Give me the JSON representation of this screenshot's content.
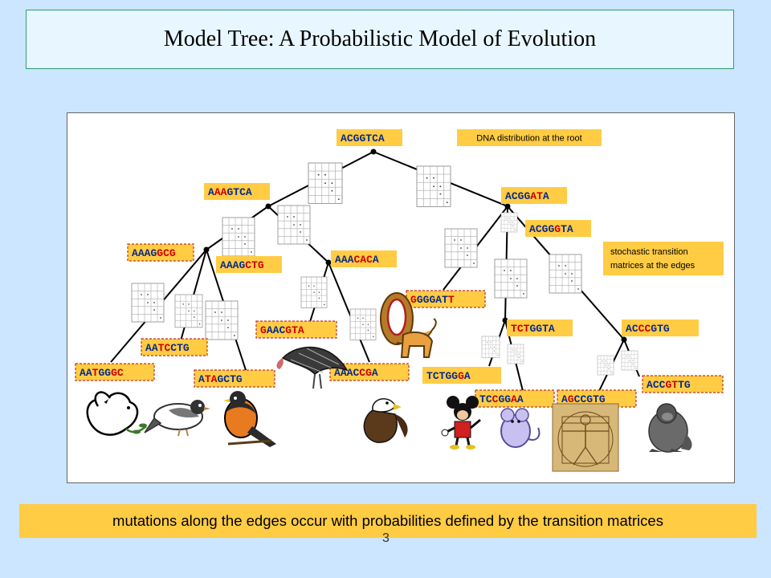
{
  "title": "Model Tree: A Probabilistic Model of Evolution",
  "caption": "mutations along the edges occur with probabilities defined by the transition matrices",
  "page_number": "3",
  "colors": {
    "background": "#cce6ff",
    "title_border": "#2e9e6e",
    "label_fill": "#ffcc44",
    "mutation": "#cc0000",
    "sequence": "#0a2a8a"
  },
  "notes": {
    "root": "DNA distribution at the root",
    "matrices": [
      "stochastic transition",
      "matrices at the edges"
    ]
  },
  "nodes": [
    {
      "id": "root",
      "seq": "ACGGTCA",
      "mut": []
    },
    {
      "id": "n1",
      "seq": "AAAGTCA",
      "mut": [
        1,
        2
      ]
    },
    {
      "id": "n2",
      "seq": "ACGGATA",
      "mut": [
        4,
        5
      ]
    },
    {
      "id": "n3",
      "seq": "AAAGGCG",
      "mut": [
        4,
        5,
        6
      ]
    },
    {
      "id": "n4",
      "seq": "AAAGCTG",
      "mut": [
        4,
        5,
        6
      ]
    },
    {
      "id": "n5",
      "seq": "AAACACA",
      "mut": [
        3,
        4,
        5
      ]
    },
    {
      "id": "n6",
      "seq": "ACGGGTA",
      "mut": [
        4
      ]
    },
    {
      "id": "leaf1",
      "seq": "AATGGGC",
      "mut": [
        2,
        5,
        6
      ]
    },
    {
      "id": "leaf2",
      "seq": "AATCCTG",
      "mut": [
        2,
        3
      ]
    },
    {
      "id": "leaf3",
      "seq": "ATAGCTG",
      "mut": [
        1,
        2
      ]
    },
    {
      "id": "leaf4",
      "seq": "GAACGTA",
      "mut": [
        0,
        4,
        5,
        6
      ]
    },
    {
      "id": "leaf5",
      "seq": "AAACCGA",
      "mut": [
        4,
        5
      ]
    },
    {
      "id": "leaf6",
      "seq": "GGGGATT",
      "mut": [
        0,
        6
      ]
    },
    {
      "id": "n7",
      "seq": "TCTGGTA",
      "mut": [
        0,
        1,
        2
      ]
    },
    {
      "id": "n8",
      "seq": "ACCCGTG",
      "mut": [
        2,
        3
      ]
    },
    {
      "id": "leaf7",
      "seq": "TCTGGGA",
      "mut": [
        5
      ]
    },
    {
      "id": "leaf8",
      "seq": "TCCGGAA",
      "mut": [
        2,
        5
      ]
    },
    {
      "id": "leaf9",
      "seq": "AGCCGTG",
      "mut": [
        1
      ]
    },
    {
      "id": "leaf10",
      "seq": "ACCGTTG",
      "mut": [
        3,
        4
      ]
    }
  ]
}
